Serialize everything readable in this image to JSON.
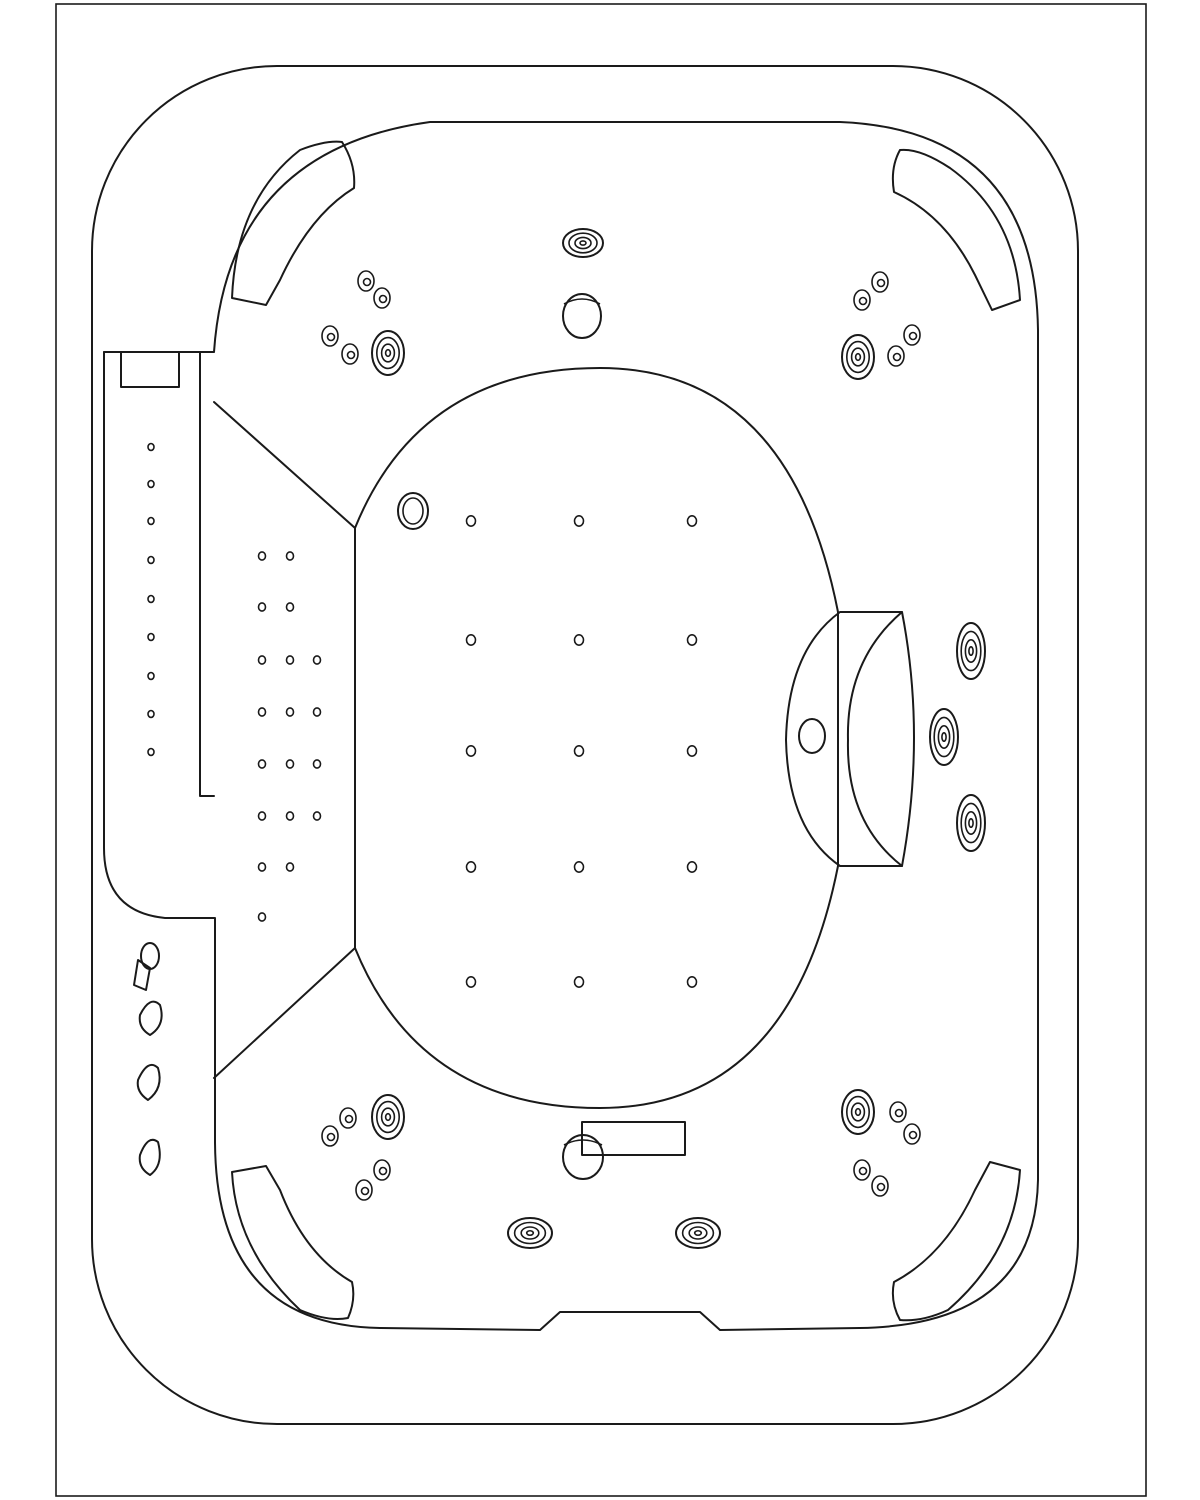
{
  "diagram": {
    "view": "top",
    "subject": "hot tub",
    "colors": {
      "line": "#1a1a1a",
      "background": "#ffffff"
    },
    "components": {
      "headrests": 4,
      "corner_jet_clusters": 4,
      "side_jets_right": 3,
      "back_jets_bottom": 2,
      "pillow_jets_top": 1,
      "filter_suctions": 2,
      "floor_air_jets": {
        "rows": 5,
        "columns": 3
      },
      "lounger_air_jets": 19,
      "ledge_air_jets": 9,
      "control_knobs": 4
    }
  }
}
